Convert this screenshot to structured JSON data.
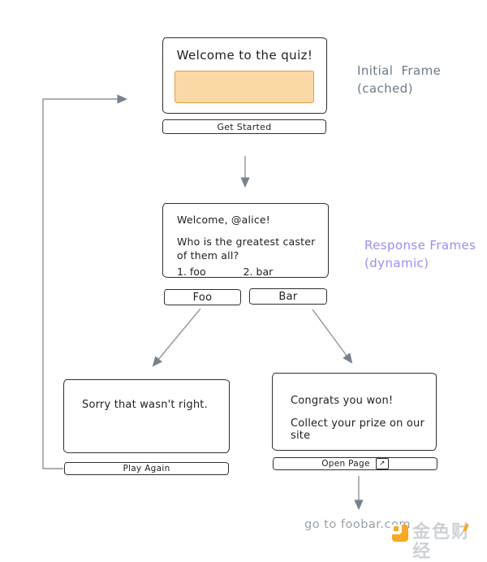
{
  "frames": {
    "initial": {
      "title": "Welcome to the quiz!",
      "button": "Get Started",
      "annotation": {
        "line1": "Initial Frame",
        "line2": "(cached)"
      }
    },
    "question": {
      "greeting": "Welcome, @alice!",
      "question": "Who is the greatest caster of them all?",
      "option_1": "1. foo",
      "option_2": "2. bar",
      "button_foo": "Foo",
      "button_bar": "Bar",
      "annotation": {
        "line1": "Response Frames",
        "line2": "(dynamic)"
      }
    },
    "wrong": {
      "message": "Sorry that wasn't right.",
      "button": "Play Again"
    },
    "win": {
      "message_line1": "Congrats you won!",
      "message_line2": "Collect your prize on our site",
      "button": "Open Page",
      "external_icon": "↗"
    }
  },
  "footer": {
    "link_caption": "go to foobar.com"
  },
  "watermark": {
    "brand": "金色财经"
  },
  "colors": {
    "accent_orange_fill": "#fbd9a6",
    "accent_orange_border": "#e09e45",
    "label_gray": "#6b7a89",
    "label_purple": "#9c8cf0",
    "line_gray": "#8b959e",
    "arrowhead_gray": "#76828c",
    "watermark_orange": "#f7a825",
    "watermark_gray": "#cdd1d5"
  }
}
